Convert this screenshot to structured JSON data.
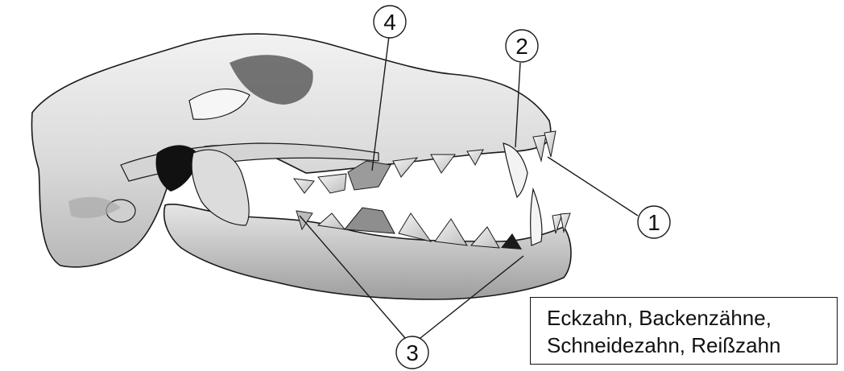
{
  "figure": {
    "subject": "skull-illustration",
    "callouts": [
      {
        "id": "1",
        "label": "1"
      },
      {
        "id": "2",
        "label": "2"
      },
      {
        "id": "3",
        "label": "3"
      },
      {
        "id": "4",
        "label": "4"
      }
    ]
  },
  "word_box": {
    "line1": "Eckzahn, Backenzähne,",
    "line2": "Schneidezahn, Reißzahn"
  },
  "colors": {
    "bone_light": "#ececec",
    "bone_mid": "#c9c9c9",
    "bone_dark": "#8f8f8f",
    "shadow": "#1a1a1a",
    "outline": "#1a1a1a"
  }
}
